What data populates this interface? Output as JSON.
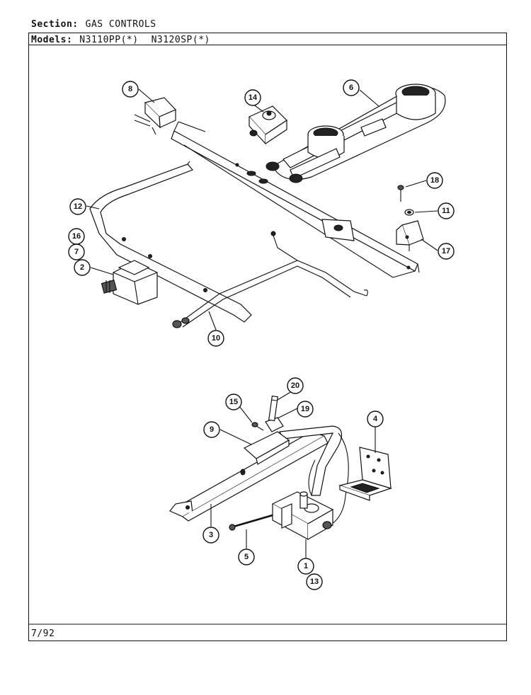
{
  "header": {
    "section_label": "Section:",
    "section_value": "GAS CONTROLS",
    "models_label": "Models:",
    "model_1": "N3110PP(*)",
    "model_2": "N3120SP(*)"
  },
  "footer": {
    "date": "7/92"
  },
  "callouts": [
    "1",
    "2",
    "3",
    "4",
    "5",
    "6",
    "7",
    "8",
    "9",
    "10",
    "11",
    "12",
    "13",
    "14",
    "15",
    "16",
    "17",
    "18",
    "19",
    "20"
  ]
}
